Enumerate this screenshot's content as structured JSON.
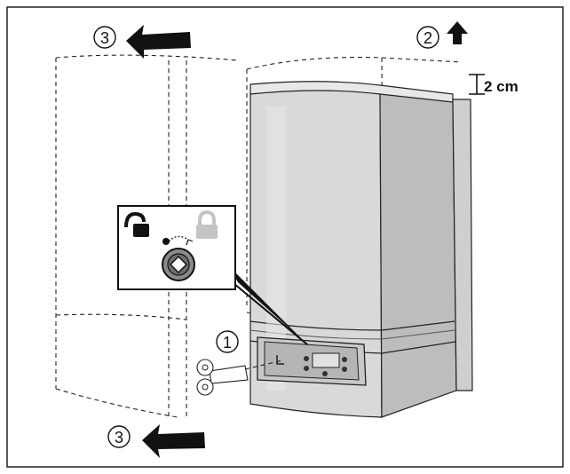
{
  "steps": {
    "one": "1",
    "two": "2",
    "three_top": "3",
    "three_bottom": "3"
  },
  "measurement": {
    "gap": "2 cm"
  },
  "icons": {
    "unlock": "unlocked-padlock-icon",
    "lock": "locked-padlock-icon",
    "dial": "rotary-lock-dial-icon",
    "key": "service-key-icon",
    "arrow_up": "arrow-up-icon",
    "arrow_left": "arrow-left-icon"
  },
  "colors": {
    "frame": "#222222",
    "boiler_front": "#d9d9d9",
    "boiler_side": "#bdbdbd",
    "boiler_top": "#e8e8e8",
    "panel": "#c8c8c8",
    "dark": "#111111",
    "lock_grey": "#c4c4c4"
  }
}
